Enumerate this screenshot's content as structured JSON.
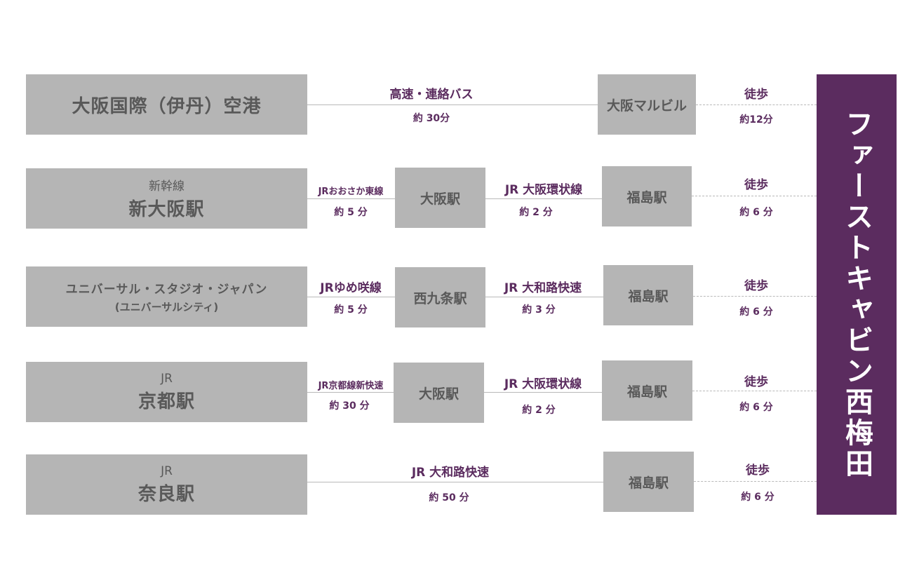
{
  "destination": "ファーストキャビン西梅田",
  "rows": [
    {
      "origin": {
        "sub": "",
        "name": "大阪国際（伊丹）空港"
      },
      "seg1": {
        "route": "高速・連絡バス",
        "time": "約 30分"
      },
      "mid": "",
      "seg2": {
        "route": "",
        "time": ""
      },
      "stop": "大阪マルビル",
      "walk": {
        "label": "徒歩",
        "time": "約12分"
      }
    },
    {
      "origin": {
        "sub": "新幹線",
        "name": "新大阪駅"
      },
      "seg1": {
        "route": "JRおおさか東線",
        "time": "約 5 分"
      },
      "mid": "大阪駅",
      "seg2": {
        "route": "JR 大阪環状線",
        "time": "約 2 分"
      },
      "stop": "福島駅",
      "walk": {
        "label": "徒歩",
        "time": "約 6 分"
      }
    },
    {
      "origin": {
        "sub": "ユニバーサル・スタジオ・ジャパン",
        "name": "(ユニバーサルシティ)"
      },
      "seg1": {
        "route": "JRゆめ咲線",
        "time": "約 5 分"
      },
      "mid": "西九条駅",
      "seg2": {
        "route": "JR 大和路快速",
        "time": "約 3 分"
      },
      "stop": "福島駅",
      "walk": {
        "label": "徒歩",
        "time": "約 6 分"
      }
    },
    {
      "origin": {
        "sub": "JR",
        "name": "京都駅"
      },
      "seg1": {
        "route": "JR京都線新快速",
        "time": "約 30 分"
      },
      "mid": "大阪駅",
      "seg2": {
        "route": "JR 大阪環状線",
        "time": "約 2 分"
      },
      "stop": "福島駅",
      "walk": {
        "label": "徒歩",
        "time": "約 6 分"
      }
    },
    {
      "origin": {
        "sub": "JR",
        "name": "奈良駅"
      },
      "seg1": {
        "route": "JR 大和路快速",
        "time": "約 50 分"
      },
      "mid": "",
      "seg2": {
        "route": "",
        "time": ""
      },
      "stop": "福島駅",
      "walk": {
        "label": "徒歩",
        "time": "約 6 分"
      }
    }
  ]
}
